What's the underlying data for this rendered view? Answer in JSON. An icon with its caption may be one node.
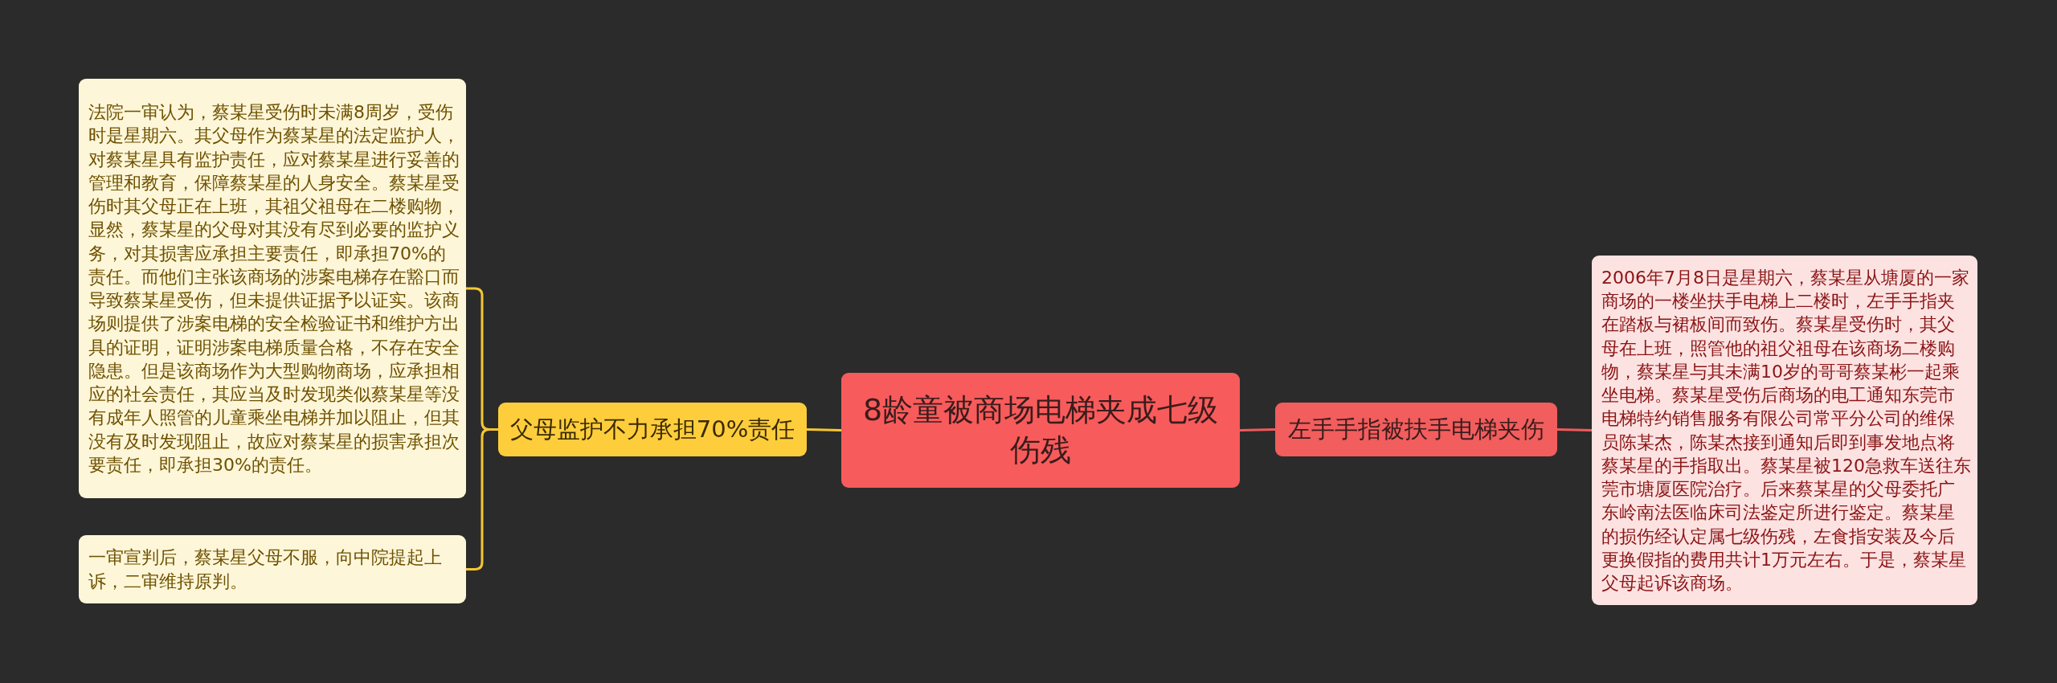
{
  "diagram": {
    "nodes": [
      {
        "text": [
          "8龄童被商场电梯夹成七级伤残"
        ]
      },
      {
        "text": [
          "父母监护不力承担70%责任"
        ]
      },
      {
        "text": [
          "法院一审认为，蔡某星受伤时未满8周岁，受伤时是星期六。其父母作为蔡某星的法定监护人，对蔡某星具有监护责任，应对蔡某星进行妥善的管理和教育，保障蔡某星的人身安全。蔡某星受伤时其父母正在上班，其祖父祖母在二楼购物，显然，蔡某星的父母对其没有尽到必要的监护义务，对其损害应承担主要责任，即承担70%的责任。而他们主张该商场的涉案电梯存在豁口而导致蔡某星受伤，但未提供证据予以证实。该商场则提供了涉案电梯的安全检验证书和维护方出具的证明，证明涉案电梯质量合格，不存在安全隐患。但是该商场作为大型购物商场，应承担相应的社会责任，其应当及时发现类似蔡某星等没有成年人照管的儿童乘坐电梯并加以阻止，但其没有及时发现阻止，故应对蔡某星的损害承担次要责任，即承担30%的责任。"
        ]
      },
      {
        "text": [
          "一审宣判后，蔡某星父母不服，向中院提起上诉，二审维持原判。"
        ]
      },
      {
        "text": [
          "左手手指被扶手电梯夹伤"
        ]
      },
      {
        "text": [
          "2006年7月8日是星期六，蔡某星从塘厦的一家商场的一楼坐扶手电梯上二楼时，左手手指夹在踏板与裙板间而致伤。蔡某星受伤时，其父母在上班，照管他的祖父祖母在该商场二楼购物，蔡某星与其未满10岁的哥哥蔡某彬一起乘坐电梯。蔡某星受伤后商场的电工通知东莞市电梯特约销售服务有限公司常平分公司的维保员陈某杰，陈某杰接到通知后即到事发地点将蔡某星的手指取出。蔡某星被120急救车送往东莞市塘厦医院治疗。后来蔡某星的父母委托广东岭南法医临床司法鉴定所进行鉴定。蔡某星的损伤经认定属七级伤残，左食指安装及今后更换假指的费用共计1万元左右。于是，蔡某星父母起诉该商场。"
        ]
      }
    ],
    "edges": [
      {
        "from": 0,
        "to": 1,
        "arrow": "none"
      },
      {
        "from": 1,
        "to": 2,
        "arrow": "none"
      },
      {
        "from": 1,
        "to": 3,
        "arrow": "none"
      },
      {
        "from": 0,
        "to": 4,
        "arrow": "none",
        "color": "#f25a5a"
      },
      {
        "from": 4,
        "to": 5,
        "arrow": "none",
        "color": "#f25a5a"
      }
    ]
  }
}
